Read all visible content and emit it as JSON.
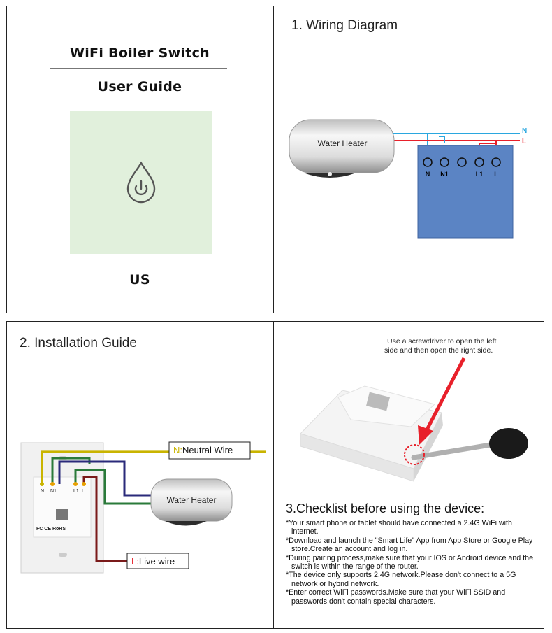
{
  "cover": {
    "title": "WiFi Boiler Switch",
    "subtitle": "User Guide",
    "region": "US"
  },
  "wiring": {
    "title": "1. Wiring Diagram",
    "heater_label": "Water Heater",
    "terminals": [
      "N",
      "N1",
      "",
      "L1",
      "L"
    ],
    "wire_n": "N",
    "wire_l": "L",
    "colors": {
      "neutral": "#2aa7df",
      "live": "#e8202a",
      "box": "#5b84c4"
    }
  },
  "install": {
    "title": "2. Installation Guide",
    "neutral_prefix": "N:",
    "neutral_text": "Neutral Wire",
    "live_prefix": "L:",
    "live_text": "Live wire",
    "heater_label": "Water Heater",
    "terminals": [
      "N",
      "N1",
      "L1",
      "L"
    ],
    "device_text": "FC CE RoHS"
  },
  "opening": {
    "note": "Use a screwdriver to open the left side and then open the right side."
  },
  "checklist": {
    "title": "3.Checklist before using the device:",
    "items": [
      "*Your smart phone or tablet should have connected a 2.4G WiFi with internet.",
      "*Download and launch the \"Smart Life\" App from App Store or Google Play store.Create an account and log in.",
      "*During pairing process,make sure that your IOS or Android device and the switch is within the range of the router.",
      "*The device only supports 2.4G network.Please don't connect to a 5G network or hybrid network.",
      "*Enter correct WiFi passwords.Make sure that your WiFi SSID and passwords don't contain special characters."
    ]
  }
}
